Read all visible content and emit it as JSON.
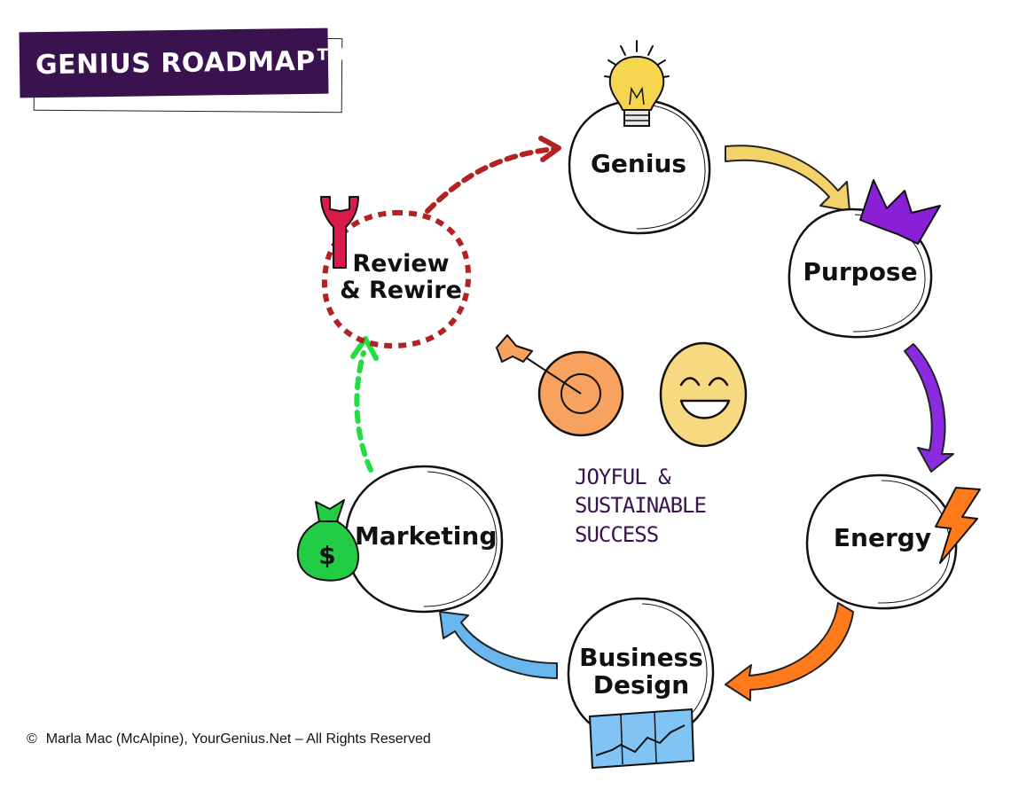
{
  "title": {
    "text": "GENIUS ROADMAP",
    "tm": "TM"
  },
  "nodes": [
    {
      "id": "genius",
      "label": "Genius"
    },
    {
      "id": "purpose",
      "label": "Purpose"
    },
    {
      "id": "energy",
      "label": "Energy"
    },
    {
      "id": "business-design",
      "label": "Business\nDesign"
    },
    {
      "id": "marketing",
      "label": "Marketing"
    },
    {
      "id": "review-rewire",
      "label": "Review\n& Rewire"
    }
  ],
  "center": {
    "lines": [
      "JOYFUL &",
      "SUSTAINABLE",
      "SUCCESS"
    ]
  },
  "copyright": {
    "symbol": "©",
    "text": "Marla Mac (McAlpine), YourGenius.Net – All Rights Reserved"
  },
  "colors": {
    "title_bg": "#3b1250",
    "arrow_genius_purpose": "#f3d26a",
    "arrow_purpose_energy": "#8a2be2",
    "arrow_energy_business": "#ff7a1a",
    "arrow_business_marketing": "#6ab7f0",
    "arrow_marketing_review": "#22dd44",
    "arrow_review_genius": "#b22222",
    "crown": "#8a1fd6",
    "lightning": "#ff7a1a",
    "money_bag": "#22cc44",
    "wrench": "#d81b4a",
    "target": "#f7a25e",
    "smiley": "#f7d982",
    "chart_bg": "#7fc4f5"
  },
  "icons": [
    "lightbulb-icon",
    "crown-icon",
    "lightning-icon",
    "chart-icon",
    "money-bag-icon",
    "wrench-icon",
    "target-icon",
    "smiley-icon"
  ]
}
